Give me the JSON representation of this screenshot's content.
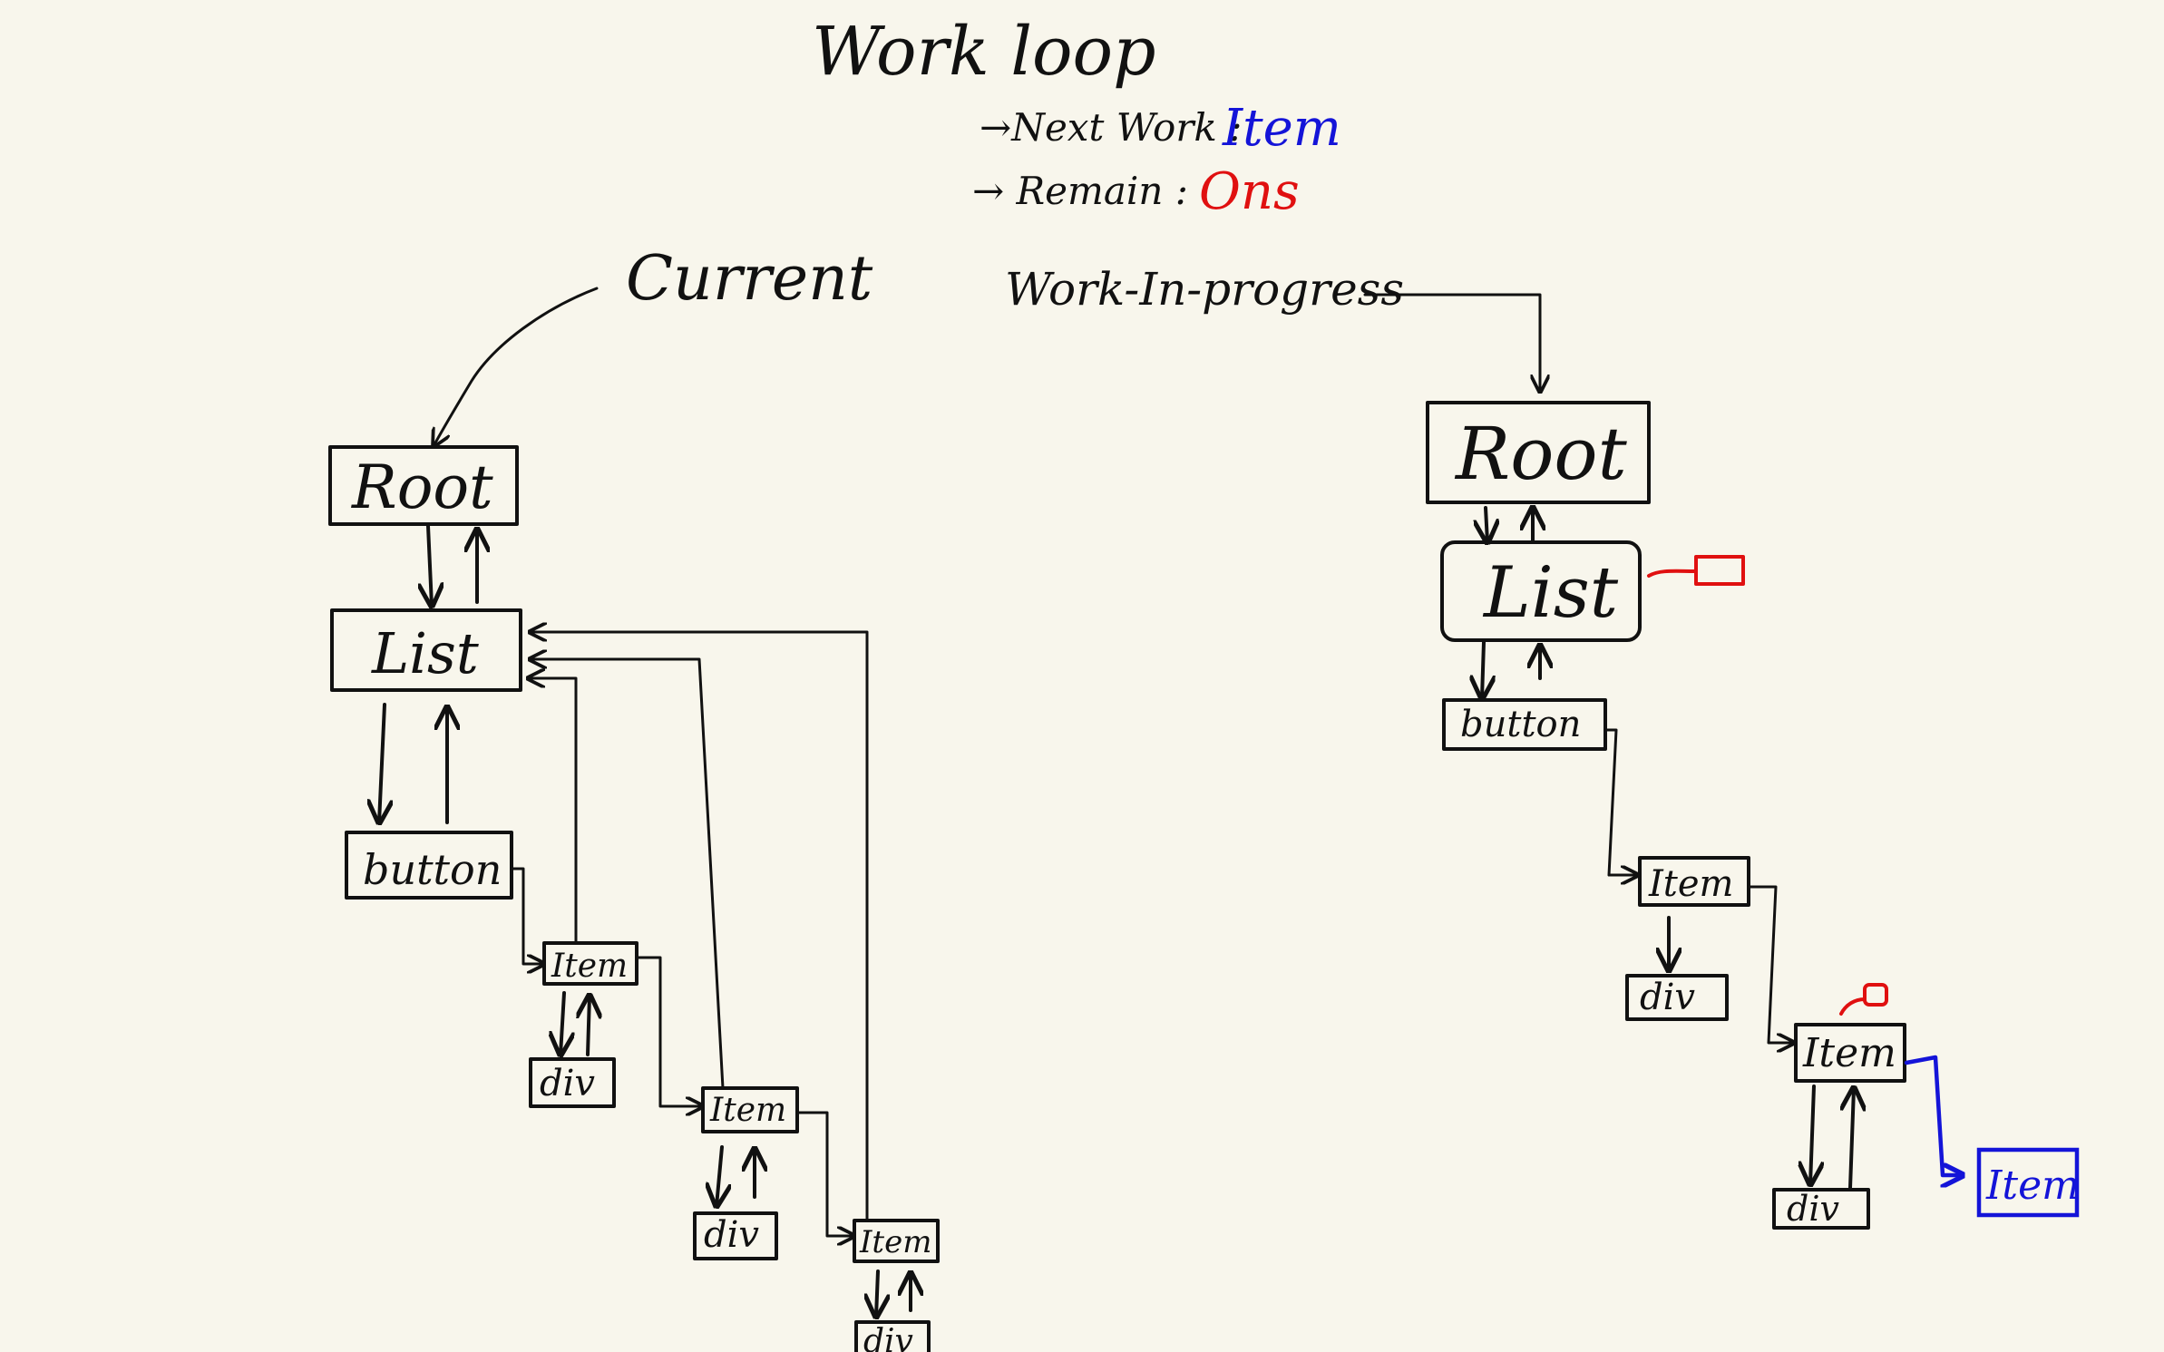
{
  "header": {
    "title": "Work loop",
    "next_work_label": "→Next Work :",
    "next_work_value": "Item",
    "remain_label": "→ Remain :",
    "remain_value": "Ons"
  },
  "trees": {
    "current": {
      "heading": "Current",
      "root": "Root",
      "list": "List",
      "button": "button",
      "item1": "Item",
      "div1": "div",
      "item2": "Item",
      "div2": "div",
      "item3": "Item",
      "div3": "div"
    },
    "wip": {
      "heading": "Work-In-progress",
      "root": "Root",
      "list": "List",
      "button": "button",
      "item1": "Item",
      "div1": "div",
      "item2": "Item",
      "div2": "div",
      "item3": "Item"
    }
  },
  "colors": {
    "ink": "#111111",
    "next_work": "#1414d8",
    "remain": "#e01010",
    "paper": "#f8f6ec"
  }
}
